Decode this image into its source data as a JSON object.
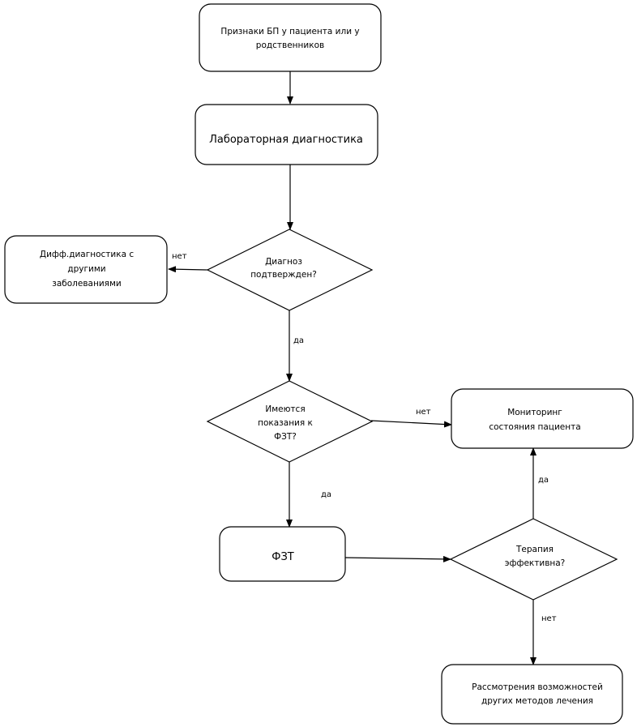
{
  "nodes": {
    "signs": [
      "Признаки БП у пациента или у",
      "родственников"
    ],
    "lab": [
      "Лабораторная диагностика"
    ],
    "diff": [
      "Дифф.диагностика с",
      "другими",
      "заболеваниями"
    ],
    "diag_confirmed": [
      "Диагноз",
      "подтвержден?"
    ],
    "indications": [
      "Имеются",
      "показания к",
      "ФЗТ?"
    ],
    "monitoring": [
      "Мониторинг",
      "состояния пациента"
    ],
    "fzt": [
      "ФЗТ"
    ],
    "therapy_effective": [
      "Терапия",
      "эффективна?"
    ],
    "other_methods": [
      "Рассмотрения возможностей",
      "других методов лечения"
    ]
  },
  "edges": {
    "diag_no": "нет",
    "diag_yes": "да",
    "ind_no": "нет",
    "ind_yes": "да",
    "therapy_yes": "да",
    "therapy_no": "нет"
  }
}
